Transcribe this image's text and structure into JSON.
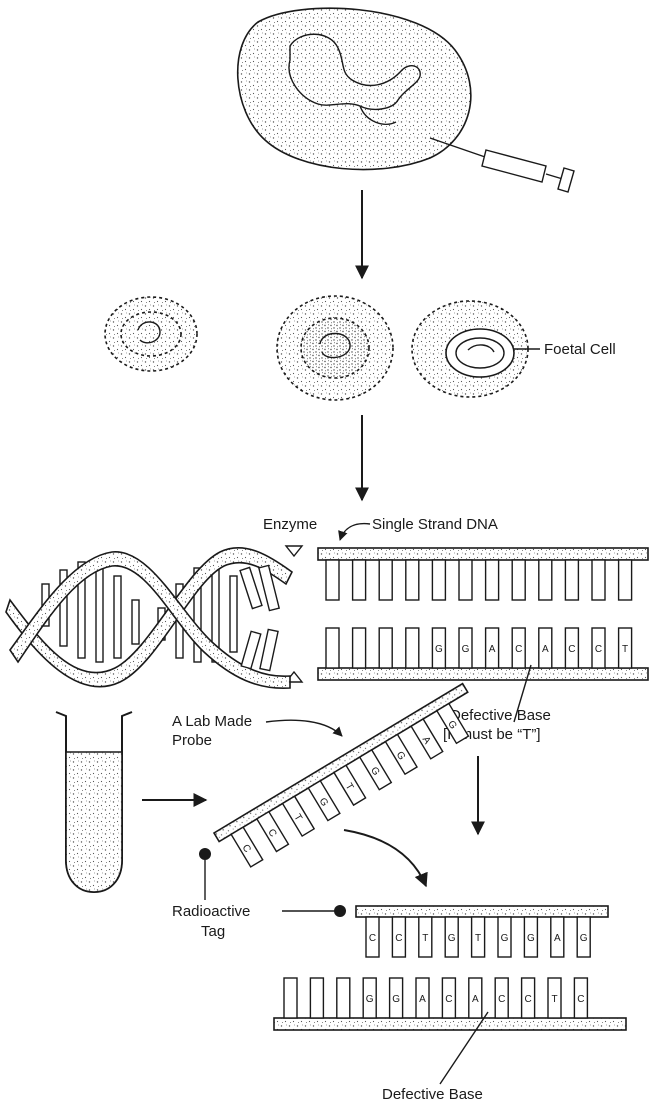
{
  "labels": {
    "foetal_cell": "Foetal Cell",
    "enzyme": "Enzyme",
    "single_strand_dna": "Single Strand DNA",
    "defective_base_1": "Defective Base",
    "must_be_t": "[It must be “T”]",
    "lab_probe_1": "A Lab Made",
    "lab_probe_2": "Probe",
    "radioactive_1": "Radioactive",
    "radioactive_2": "Tag",
    "defective_base_2": "Defective Base"
  },
  "sequences": {
    "lower_strand_bases": [
      "G",
      "G",
      "A",
      "C",
      "A",
      "C",
      "C",
      "T"
    ],
    "probe_bases": [
      "C",
      "C",
      "T",
      "G",
      "T",
      "G",
      "G",
      "A",
      "G"
    ],
    "hybrid_probe_bases": [
      "C",
      "C",
      "T",
      "G",
      "T",
      "G",
      "G",
      "A",
      "G"
    ],
    "hybrid_target_bases": [
      "G",
      "G",
      "A",
      "C",
      "A",
      "C",
      "C",
      "T",
      "C"
    ]
  },
  "colors": {
    "ink": "#1a1a1a",
    "paper": "#ffffff",
    "stipple": "#555555"
  }
}
